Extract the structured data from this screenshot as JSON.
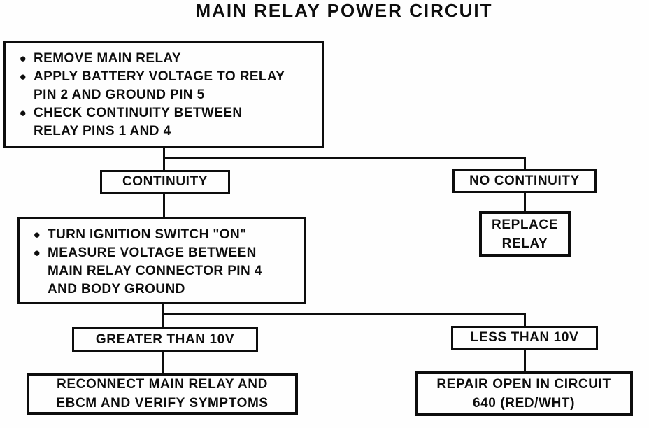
{
  "title": "MAIN RELAY POWER CIRCUIT",
  "colors": {
    "ink": "#0d0d0d",
    "background": "#fefefe"
  },
  "flowchart": {
    "step1": {
      "bullets": [
        "REMOVE MAIN RELAY",
        "APPLY BATTERY VOLTAGE TO RELAY\nPIN 2 AND GROUND PIN 5",
        "CHECK CONTINUITY BETWEEN\nRELAY PINS 1 AND 4"
      ]
    },
    "branch1": {
      "left": "CONTINUITY",
      "right": "NO CONTINUITY"
    },
    "replace_relay": "REPLACE\nRELAY",
    "step2": {
      "bullets": [
        "TURN IGNITION SWITCH \"ON\"",
        "MEASURE VOLTAGE BETWEEN\nMAIN RELAY CONNECTOR PIN 4\nAND BODY GROUND"
      ]
    },
    "branch2": {
      "left": "GREATER THAN 10V",
      "right": "LESS THAN 10V"
    },
    "reconnect": "RECONNECT MAIN RELAY AND\nEBCM AND VERIFY SYMPTOMS",
    "repair": "REPAIR OPEN IN CIRCUIT\n640 (RED/WHT)"
  }
}
